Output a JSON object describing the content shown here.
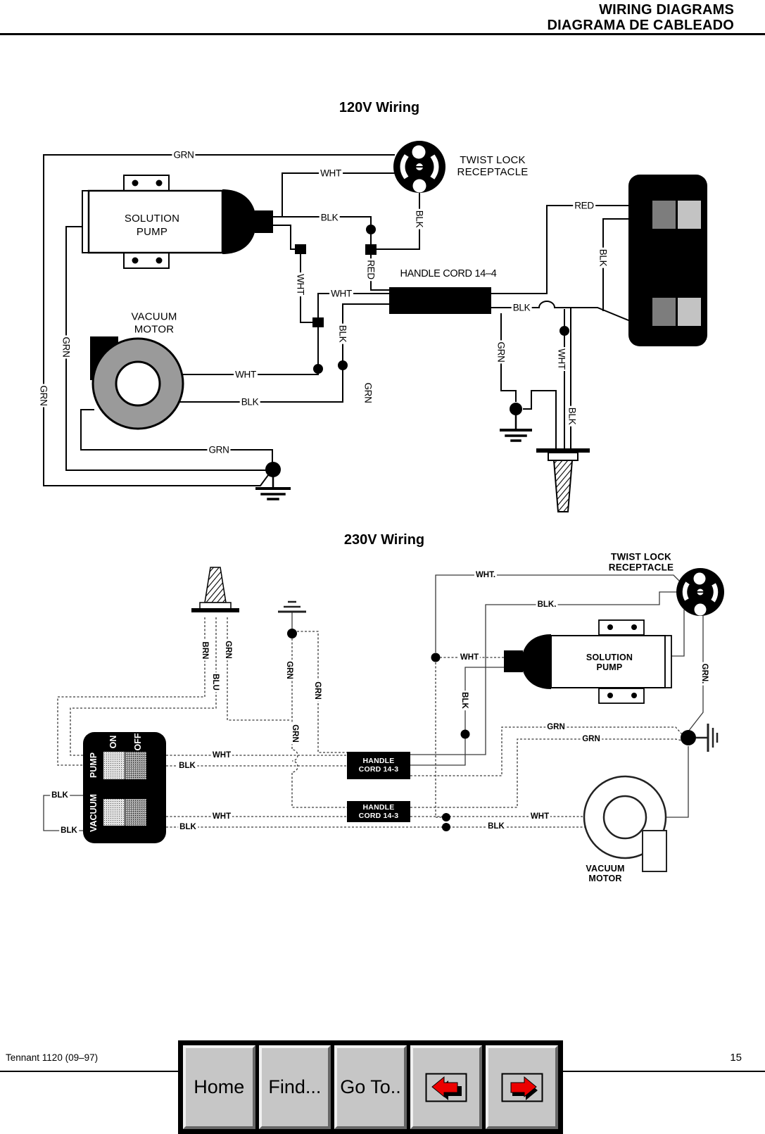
{
  "header": {
    "line1": "WIRING DIAGRAMS",
    "line2": "DIAGRAMA DE CABLEADO"
  },
  "diagram_120v": {
    "title": "120V Wiring",
    "receptacle_label": "TWIST LOCK\nRECEPTACLE",
    "pump_label": "SOLUTION\nPUMP",
    "motor_label": "VACUUM\nMOTOR",
    "handle_cord_label": "HANDLE CORD 14–4",
    "wire_labels": [
      {
        "text": "GRN"
      },
      {
        "text": "WHT"
      },
      {
        "text": "BLK"
      },
      {
        "text": "BLK"
      },
      {
        "text": "RED"
      },
      {
        "text": "BLK"
      },
      {
        "text": "RED"
      },
      {
        "text": "WHT"
      },
      {
        "text": "WHT"
      },
      {
        "text": "BLK"
      },
      {
        "text": "GRN"
      },
      {
        "text": "GRN"
      },
      {
        "text": "WHT"
      },
      {
        "text": "BLK"
      },
      {
        "text": "GRN"
      },
      {
        "text": "BLK"
      },
      {
        "text": "GRN"
      },
      {
        "text": "GRN"
      },
      {
        "text": "WHT"
      },
      {
        "text": "BLK"
      }
    ]
  },
  "diagram_230v": {
    "title": "230V Wiring",
    "receptacle_label": "TWIST LOCK\nRECEPTACLE",
    "pump_label": "SOLUTION\nPUMP",
    "motor_label": "VACUUM\nMOTOR",
    "handle_cord1_label": "HANDLE\nCORD 14-3",
    "handle_cord2_label": "HANDLE\nCORD 14-3",
    "switch": {
      "row1": "PUMP",
      "row2": "VACUUM",
      "on": "ON",
      "off": "OFF"
    },
    "wire_labels": [
      {
        "text": "WHT."
      },
      {
        "text": "BLK."
      },
      {
        "text": "GRN."
      },
      {
        "text": "BRN"
      },
      {
        "text": "GRN"
      },
      {
        "text": "BLU"
      },
      {
        "text": "GRN"
      },
      {
        "text": "GRN"
      },
      {
        "text": "GRN"
      },
      {
        "text": "WHT"
      },
      {
        "text": "BLK"
      },
      {
        "text": "GRN"
      },
      {
        "text": "GRN"
      },
      {
        "text": "BLK"
      },
      {
        "text": "BLK"
      },
      {
        "text": "WHT"
      },
      {
        "text": "BLK"
      },
      {
        "text": "WHT"
      },
      {
        "text": "BLK"
      },
      {
        "text": "WHT"
      },
      {
        "text": "BLK"
      }
    ]
  },
  "footer": {
    "model": "Tennant 1120  (09–97)",
    "page": "15",
    "buttons": [
      {
        "label": "Home"
      },
      {
        "label": "Find..."
      },
      {
        "label": "Go To.."
      },
      {
        "icon": "page-back-arrow"
      },
      {
        "icon": "page-forward-arrow"
      }
    ]
  }
}
